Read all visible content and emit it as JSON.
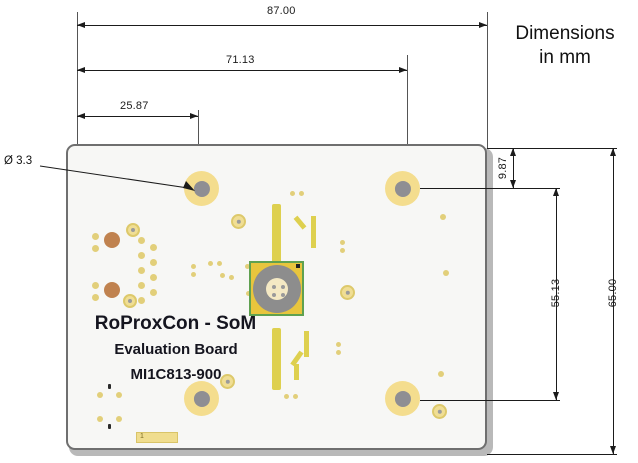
{
  "drawing": {
    "note_line1": "Dimensions",
    "note_line2": "in mm",
    "hole_callout": "Ø 3.3"
  },
  "dimensions": {
    "horizontal": [
      {
        "name": "overall-width",
        "value": "87.00"
      },
      {
        "name": "hole-spacing-x",
        "value": "71.13"
      },
      {
        "name": "first-hole-x",
        "value": "25.87"
      }
    ],
    "vertical": [
      {
        "name": "top-edge-to-hole",
        "value": "9.87"
      },
      {
        "name": "hole-spacing-y",
        "value": "55.13"
      },
      {
        "name": "overall-height",
        "value": "65.00"
      }
    ]
  },
  "board": {
    "silkscreen": {
      "title": "RoProxCon - SoM",
      "subtitle": "Evaluation Board",
      "partnumber": "MI1C813-900"
    },
    "connector_label": "1"
  },
  "colors": {
    "board": "#f7f7f5",
    "board_edge": "#6f6f6f",
    "pad_gold": "#f0de94",
    "hole_grey": "#8e8e93",
    "copper": "#c0824f",
    "trace": "#ded04f",
    "dimension": "#1b1b1b"
  }
}
